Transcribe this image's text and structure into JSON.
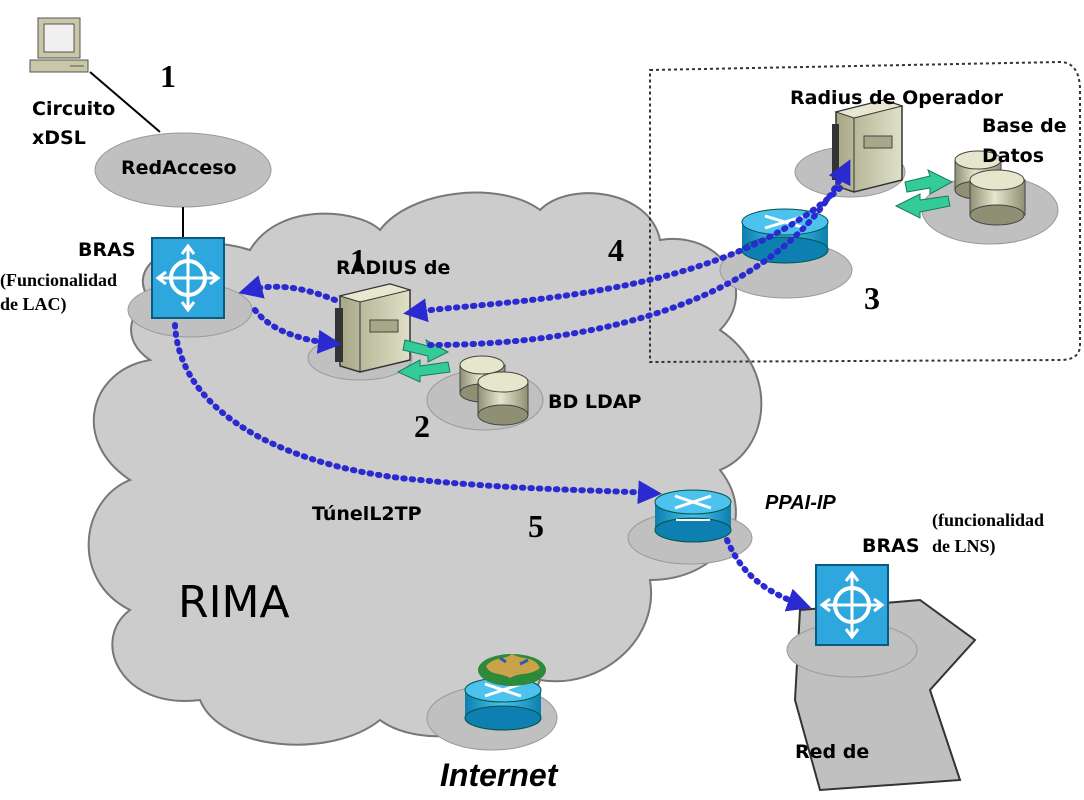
{
  "labels": {
    "circuito": "Circuito",
    "xdsl": "xDSL",
    "red_acceso": "RedAcceso",
    "bras_lac": "BRAS",
    "funcionalidad_lac_1": "(Funcionalidad",
    "funcionalidad_lac_2": "de LAC)",
    "radius_de": "RADIUS de",
    "bd_ldap": "BD LDAP",
    "radius_operador": "Radius de Operador",
    "base_de": "Base de",
    "datos": "Datos",
    "tunel": "TúnelL2TP",
    "ppai": "PPAI-IP",
    "funcionalidad_lns_1": "(funcionalidad",
    "funcionalidad_lns_2": "de LNS)",
    "bras_lns": "BRAS",
    "rima": "RIMA",
    "internet": "Internet",
    "red_de": "Red de"
  },
  "step_numbers": {
    "s1_top": "1",
    "s1_radius": "1",
    "s2": "2",
    "s3": "3",
    "s4": "4",
    "s5": "5"
  },
  "colors": {
    "cloud": "#cccccc",
    "platform": "#c0c0c0",
    "router": "#1aa6d6",
    "bras": "#2ea7df",
    "dots": "#3333cc",
    "green_arrow": "#33cc99",
    "server": "#c8c8a8"
  }
}
